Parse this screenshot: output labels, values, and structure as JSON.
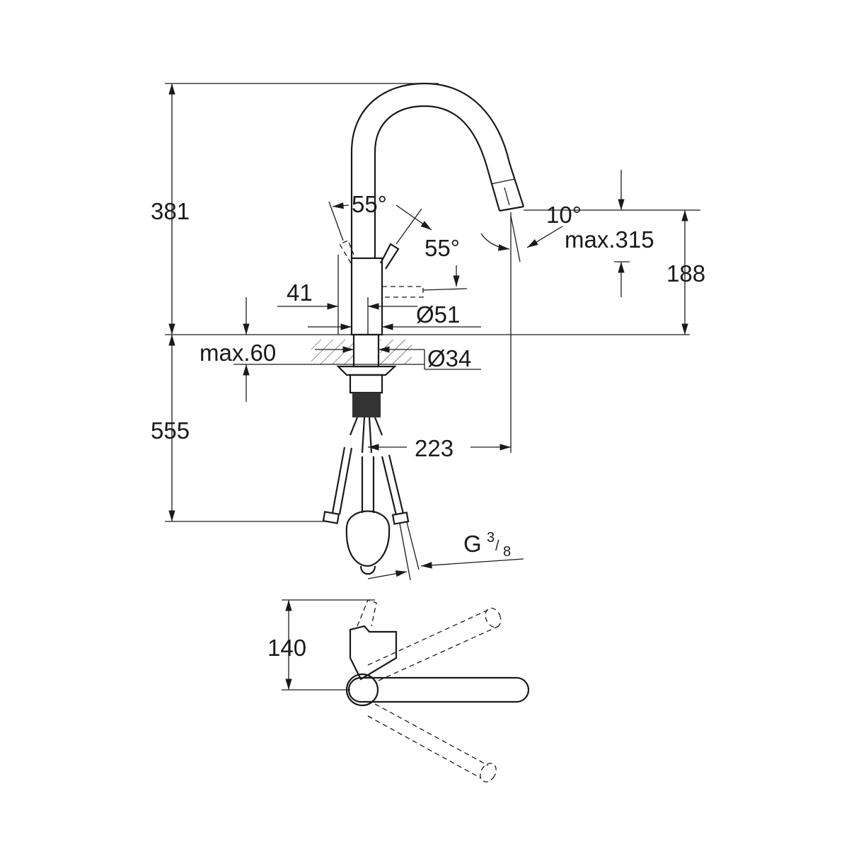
{
  "drawing": {
    "dimensions": {
      "height_total": "381",
      "lever_angle_left": "55°",
      "lever_angle_right": "55°",
      "spout_angle": "10°",
      "spout_max": "max.315",
      "spout_height": "188",
      "lever_offset": "41",
      "body_diameter": "Ø51",
      "max_counter": "max.60",
      "hole_diameter": "Ø34",
      "below_counter": "555",
      "spout_reach": "223",
      "connection_g": "G",
      "connection_num": "3",
      "connection_den": "8",
      "top_view_depth": "140"
    }
  }
}
